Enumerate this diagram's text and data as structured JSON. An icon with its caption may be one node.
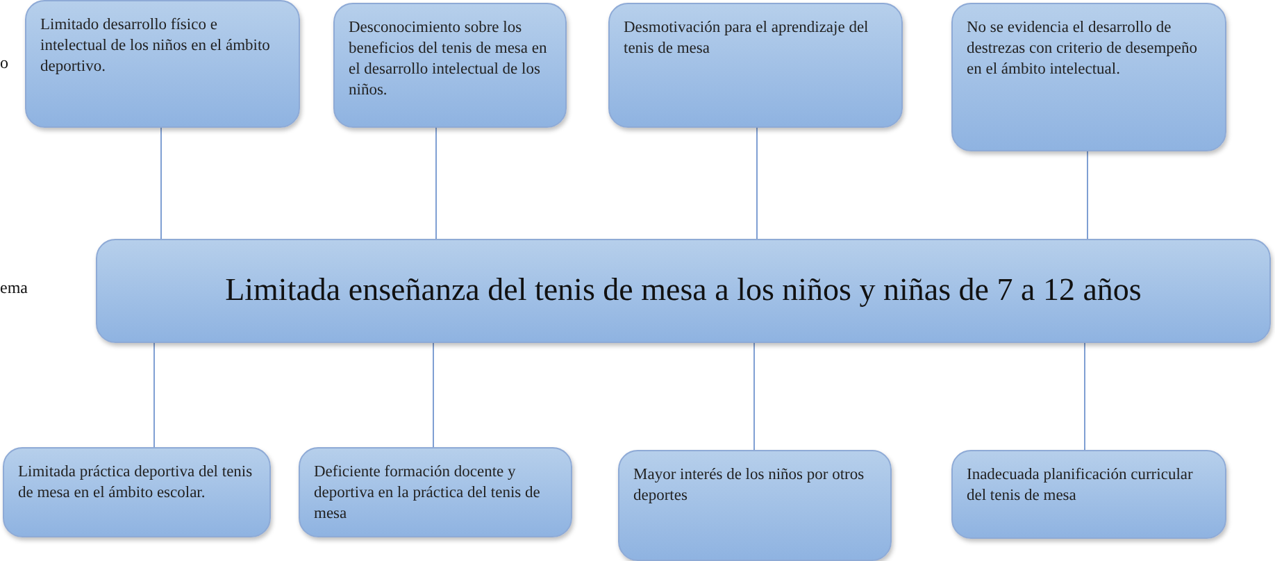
{
  "diagram": {
    "nodes": [
      {
        "text": [
          "Limitado desarrollo físico e intelectual de los niños en el ámbito deportivo."
        ]
      },
      {
        "text": [
          "Desconocimiento sobre los beneficios del tenis de mesa en el desarrollo intelectual de los niños."
        ]
      },
      {
        "text": [
          "Desmotivación para el aprendizaje del tenis de mesa"
        ]
      },
      {
        "text": [
          "No se evidencia el desarrollo de destrezas con criterio de desempeño en el ámbito intelectual."
        ]
      },
      {
        "text": [
          "Limitada enseñanza del tenis de mesa a los niños y niñas de 7 a 12 años"
        ]
      },
      {
        "text": [
          "Limitada práctica deportiva del tenis de mesa en el ámbito escolar."
        ]
      },
      {
        "text": [
          "Deficiente formación docente y deportiva en la práctica del tenis de mesa"
        ]
      },
      {
        "text": [
          "Mayor interés de los niños por otros deportes"
        ]
      },
      {
        "text": [
          "Inadecuada planificación curricular del tenis de mesa"
        ]
      }
    ],
    "edges": [
      {
        "from": 0,
        "to": 4,
        "arrow": "none"
      },
      {
        "from": 1,
        "to": 4,
        "arrow": "none"
      },
      {
        "from": 2,
        "to": 4,
        "arrow": "none"
      },
      {
        "from": 3,
        "to": 4,
        "arrow": "none"
      },
      {
        "from": 4,
        "to": 5,
        "arrow": "none"
      },
      {
        "from": 4,
        "to": 6,
        "arrow": "none"
      },
      {
        "from": 4,
        "to": 7,
        "arrow": "none"
      },
      {
        "from": 4,
        "to": 8,
        "arrow": "none"
      }
    ],
    "labels": [
      "o",
      "ema"
    ]
  }
}
